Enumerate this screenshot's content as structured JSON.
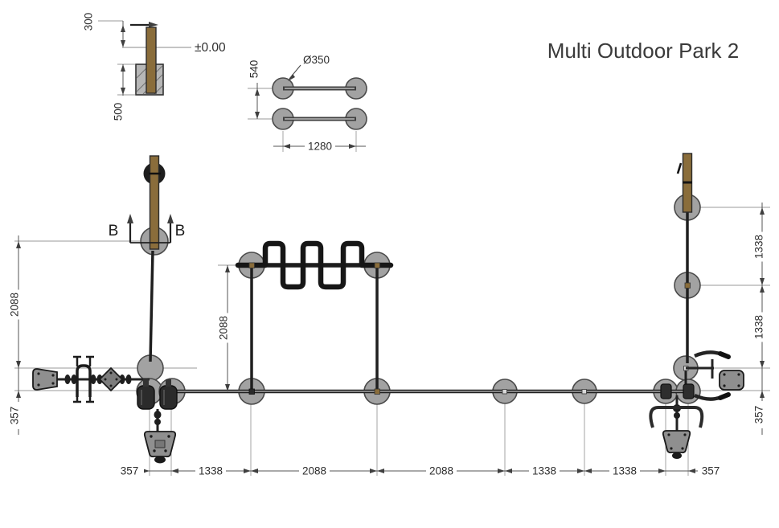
{
  "title": "Multi Outdoor Park 2",
  "colors": {
    "background": "#ffffff",
    "wood_post": "#8a6d3b",
    "concrete_footing": "#a2a2a2",
    "drawing_lines": "#1f1f1f",
    "dimension_text": "#2e2e2e"
  },
  "post_section_detail": {
    "height_above_ground": "300",
    "ground_level_label": "±0.00",
    "embed_depth": "500"
  },
  "footing_plan_detail": {
    "footing_diameter": "Ø350",
    "row_spacing": "540",
    "post_spacing": "1280"
  },
  "plan_view": {
    "section_marker": "B",
    "left_dims": {
      "upper": "2088",
      "lower": "357"
    },
    "inner_vertical_dim": "2088",
    "right_dims": {
      "upper": "1338",
      "middle": "1338",
      "lower": "357"
    },
    "bottom_dims": [
      "357",
      "1338",
      "2088",
      "2088",
      "1338",
      "1338",
      "357"
    ]
  }
}
